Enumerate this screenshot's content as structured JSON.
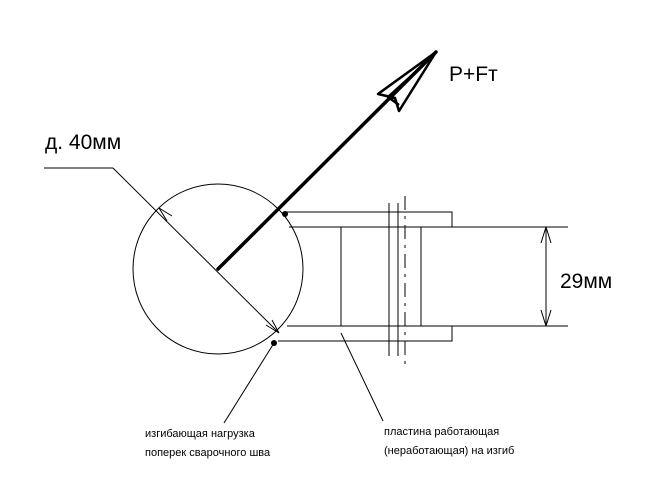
{
  "labels": {
    "force": "P+Fт",
    "diameter": "д. 40мм",
    "gap": "29мм",
    "note_left_line1": "изгибающая нагрузка",
    "note_left_line2": "поперек сварочного шва",
    "note_right_line1": "пластина работающая",
    "note_right_line2": "(неработающая) на изгиб"
  }
}
